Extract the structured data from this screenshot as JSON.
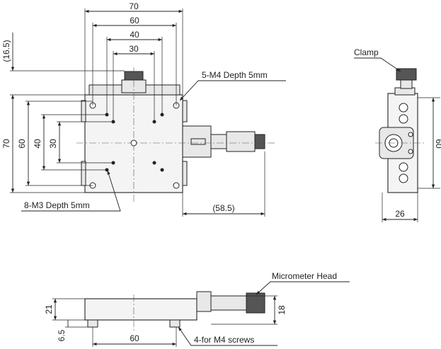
{
  "dimensions": {
    "top_width_70": "70",
    "top_width_60": "60",
    "top_width_40": "40",
    "top_width_30": "30",
    "left_height_70": "70",
    "left_height_60": "60",
    "left_height_40": "40",
    "left_height_30": "30",
    "top_offset": "(16.5)",
    "micrometer_extension": "(58.5)",
    "side_height_60": "60",
    "side_width_26": "26",
    "front_height_21": "21",
    "front_height_6_5": "6.5",
    "front_width_60": "60",
    "front_height_18": "18"
  },
  "notes": {
    "m4_holes": "5-M4 Depth 5mm",
    "m3_holes": "8-M3 Depth 5mm",
    "clamp": "Clamp",
    "micrometer_head": "Micrometer Head",
    "screws": "4-for M4 screws"
  }
}
